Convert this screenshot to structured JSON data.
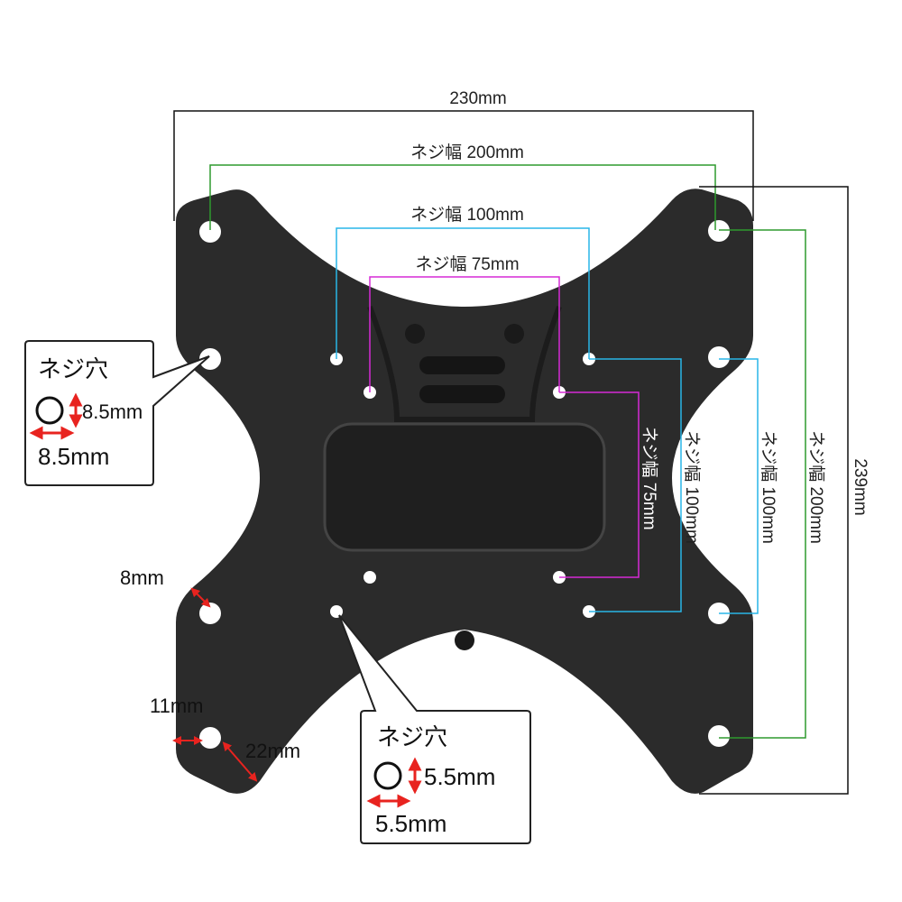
{
  "dimensions": {
    "overall_width": "230mm",
    "overall_height": "239mm",
    "h_200": "ネジ幅 200mm",
    "h_100": "ネジ幅 100mm",
    "h_75": "ネジ幅 75mm",
    "v_75": "ネジ幅 75mm",
    "v_100_inner": "ネジ幅 100mm",
    "v_100_outer": "ネジ幅 100mm",
    "v_200": "ネジ幅 200mm",
    "edge_8": "8mm",
    "edge_11": "11mm",
    "slot_22": "22mm"
  },
  "callout_large": {
    "title": "ネジ穴",
    "height": "8.5mm",
    "width": "8.5mm"
  },
  "callout_small": {
    "title": "ネジ穴",
    "height": "5.5mm",
    "width": "5.5mm"
  },
  "colors": {
    "plate": "#2b2b2b",
    "green": "#2e9a2e",
    "blue": "#29b6e8",
    "magenta": "#d62ad6",
    "red": "#e8231f",
    "black": "#111111"
  }
}
